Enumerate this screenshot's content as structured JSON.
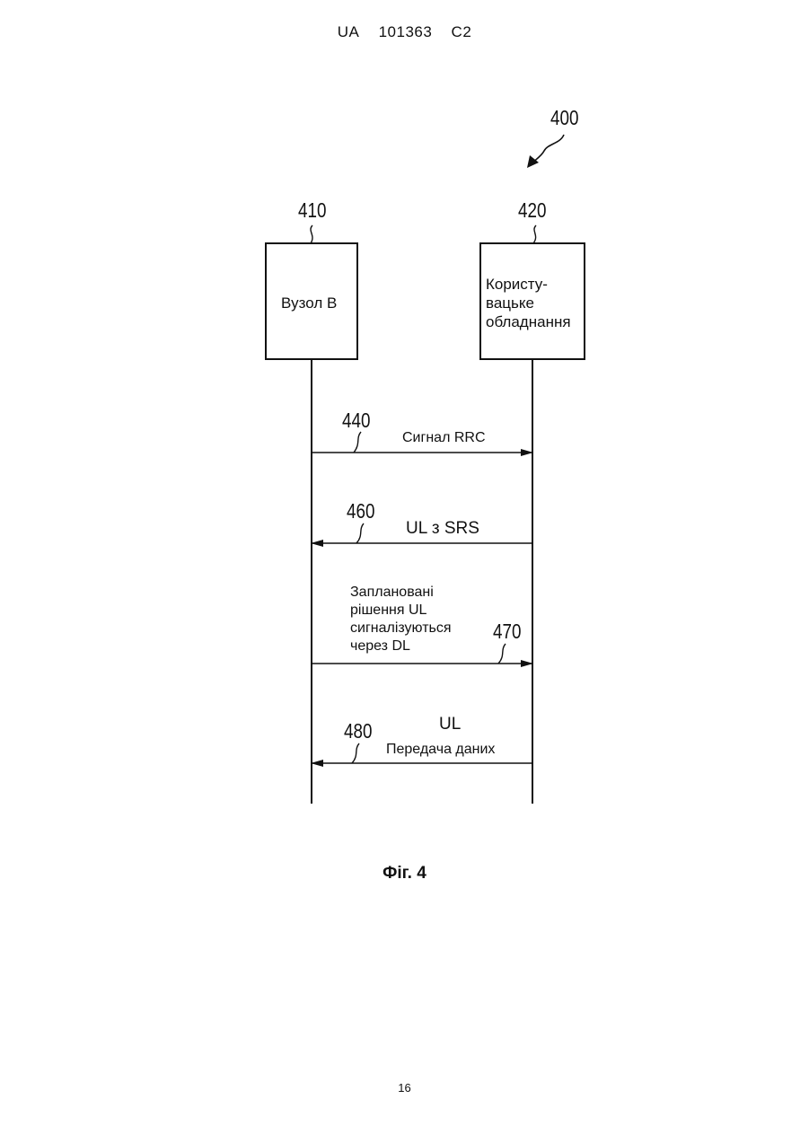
{
  "header": {
    "country": "UA",
    "number": "101363",
    "kind": "C2"
  },
  "diagram": {
    "ref_main": "400",
    "node_b": {
      "ref": "410",
      "label": "Вузол В"
    },
    "ue": {
      "ref": "420",
      "label_lines": [
        "Користу-",
        "вацьке",
        "обладнання"
      ]
    },
    "messages": [
      {
        "ref": "440",
        "lines": [
          "Сигнал  RRC"
        ],
        "direction": "node_b-to-ue"
      },
      {
        "ref": "460",
        "lines": [
          "UL  з    SRS"
        ],
        "direction": "ue-to-node_b"
      },
      {
        "ref": "470",
        "lines": [
          "Заплановані",
          "рішення UL",
          "сигналізуються",
          "через DL"
        ],
        "direction": "node_b-to-ue"
      },
      {
        "ref": "480",
        "lines": [
          "UL",
          "Передача даних"
        ],
        "direction": "ue-to-node_b"
      }
    ]
  },
  "caption": "Фіг. 4",
  "page_number": "16"
}
